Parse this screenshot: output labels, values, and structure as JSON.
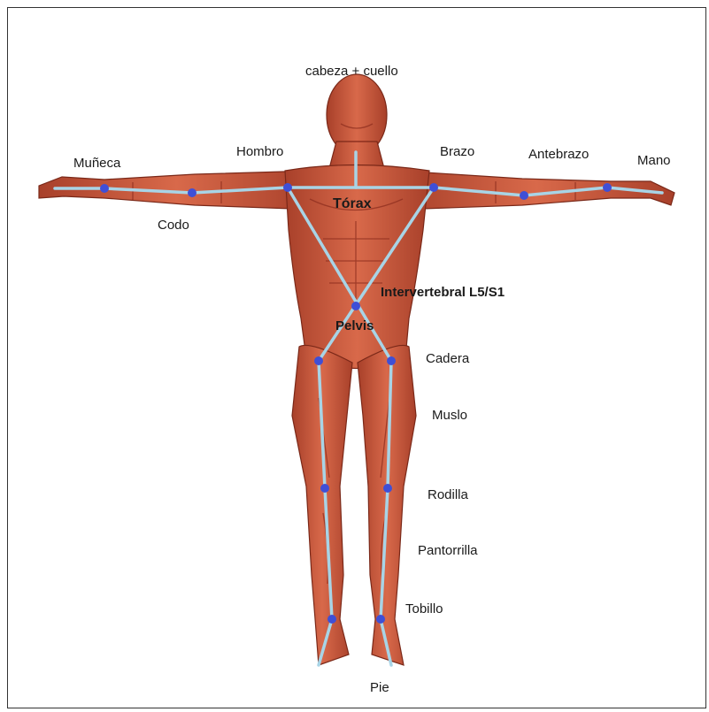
{
  "figure": {
    "colors": {
      "muscle": "#c9573c",
      "muscle_dark": "#8e2e1f",
      "muscle_light": "#e48a66",
      "skeleton_line": "#a8d4e6",
      "joint_dot": "#3f4fd6",
      "frame_border": "#333333"
    }
  },
  "labels": {
    "cabeza_cuello": "cabeza + cuello",
    "munieca": "Muñeca",
    "hombro": "Hombro",
    "brazo": "Brazo",
    "antebrazo": "Antebrazo",
    "mano": "Mano",
    "codo": "Codo",
    "torax": "Tórax",
    "intervertebral": "Intervertebral L5/S1",
    "pelvis": "Pelvis",
    "cadera": "Cadera",
    "muslo": "Muslo",
    "rodilla": "Rodilla",
    "pantorrilla": "Pantorrilla",
    "tobillo": "Tobillo",
    "pie": "Pie"
  }
}
